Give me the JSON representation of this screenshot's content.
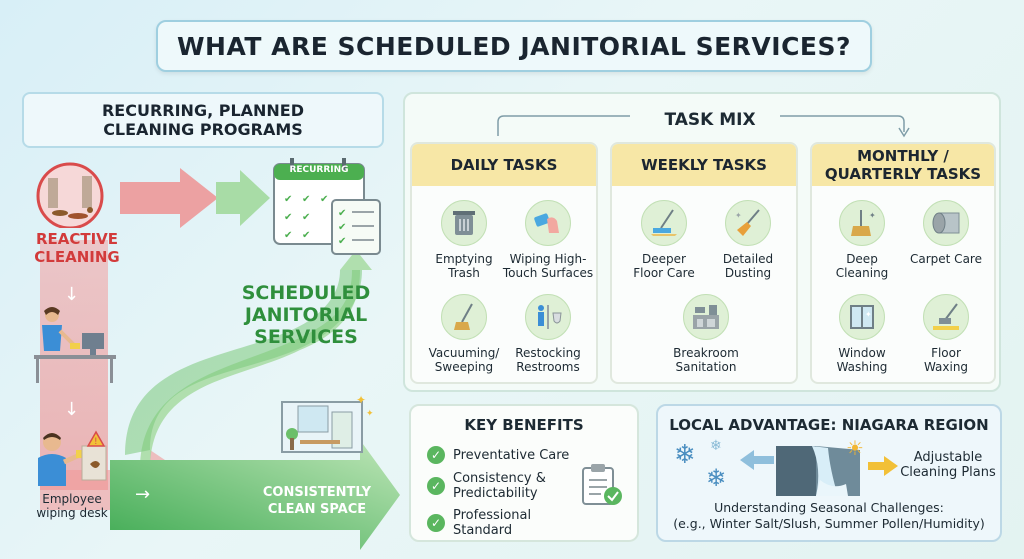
{
  "title": "WHAT ARE SCHEDULED JANITORIAL SERVICES?",
  "left_header": {
    "line1": "RECURRING, PLANNED",
    "line2": "CLEANING PROGRAMS"
  },
  "flow": {
    "reactive": {
      "line1": "REACTIVE",
      "line2": "CLEANING"
    },
    "calendar_label": "RECURRING",
    "scheduled": {
      "line1": "SCHEDULED",
      "line2": "JANITORIAL",
      "line3": "SERVICES"
    },
    "employee": {
      "line1": "Employee",
      "line2": "wiping desk"
    },
    "result": {
      "line1": "CONSISTENTLY",
      "line2": "CLEAN SPACE"
    }
  },
  "task_mix": {
    "title": "TASK MIX",
    "daily": {
      "header": "DAILY TASKS",
      "tasks": [
        {
          "line1": "Emptying",
          "line2": "Trash",
          "icon": "trash-can-icon"
        },
        {
          "line1": "Wiping High-",
          "line2": "Touch Surfaces",
          "icon": "wiping-hand-icon"
        },
        {
          "line1": "Vacuuming/",
          "line2": "Sweeping",
          "icon": "broom-icon"
        },
        {
          "line1": "Restocking",
          "line2": "Restrooms",
          "icon": "restroom-icon"
        }
      ]
    },
    "weekly": {
      "header": "WEEKLY TASKS",
      "tasks": [
        {
          "line1": "Deeper",
          "line2": "Floor Care",
          "icon": "mop-icon"
        },
        {
          "line1": "Detailed",
          "line2": "Dusting",
          "icon": "duster-icon"
        },
        {
          "line1": "Breakroom",
          "line2": "Sanitation",
          "icon": "kitchen-icon"
        }
      ]
    },
    "monthly": {
      "header_line1": "MONTHLY /",
      "header_line2": "QUARTERLY TASKS",
      "tasks": [
        {
          "line1": "Deep",
          "line2": "Cleaning",
          "icon": "deep-clean-broom-icon"
        },
        {
          "line1": "Carpet Care",
          "line2": "",
          "icon": "carpet-roll-icon"
        },
        {
          "line1": "Window",
          "line2": "Washing",
          "icon": "window-icon"
        },
        {
          "line1": "Floor",
          "line2": "Waxing",
          "icon": "floor-waxer-icon"
        }
      ]
    }
  },
  "benefits": {
    "title": "KEY BENEFITS",
    "items": [
      {
        "text": "Preventative Care"
      },
      {
        "line1": "Consistency &",
        "line2": "Predictability"
      },
      {
        "text": "Professional Standard"
      }
    ]
  },
  "local": {
    "title": "LOCAL ADVANTAGE: NIAGARA REGION",
    "adjustable": {
      "line1": "Adjustable",
      "line2": "Cleaning Plans"
    },
    "challenge_line1": "Understanding Seasonal Challenges:",
    "challenge_line2": "(e.g., Winter Salt/Slush, Summer Pollen/Humidity)"
  },
  "colors": {
    "red": "#d23b3b",
    "green": "#2f8f3c",
    "yellow_header": "#f7e7a6",
    "icon_bg": "#dff0d6"
  }
}
